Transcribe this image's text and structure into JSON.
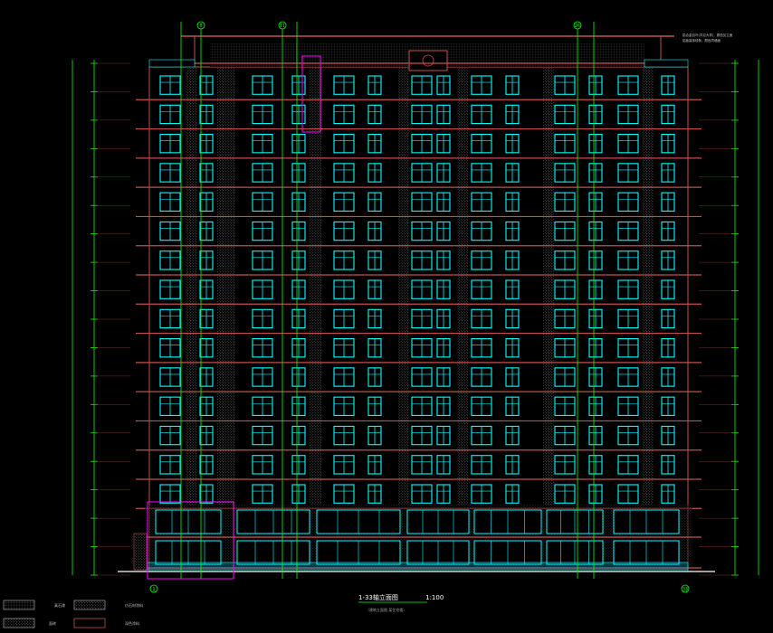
{
  "drawing": {
    "floors": 17,
    "podium_floors": 2,
    "bays": 8,
    "colors": {
      "background": "#000000",
      "structure": "#c0504d",
      "window": "#00ffff",
      "axis": "#00ff00",
      "dimension": "#00ff00",
      "highlight": "#ff00ff",
      "hatch": "#8c8c8c",
      "annotation": "#ffffff"
    }
  },
  "title": {
    "name": "1-33轴立面图",
    "scale": "1:100",
    "subtitle": "（建筑立面图 某住宅楼）"
  },
  "note": {
    "line1": "铝合金百叶(详见大样)，颜色见立面",
    "line2": "铝板装饰线条，颜色同墙面"
  },
  "axes": {
    "bottom_left": "1",
    "bottom_right": "33",
    "top": [
      "8",
      "11",
      "26"
    ]
  },
  "legend": [
    {
      "label": "真石漆"
    },
    {
      "label": "仿石材涂料"
    },
    {
      "label": "面砖"
    },
    {
      "label": "深色涂料"
    }
  ]
}
